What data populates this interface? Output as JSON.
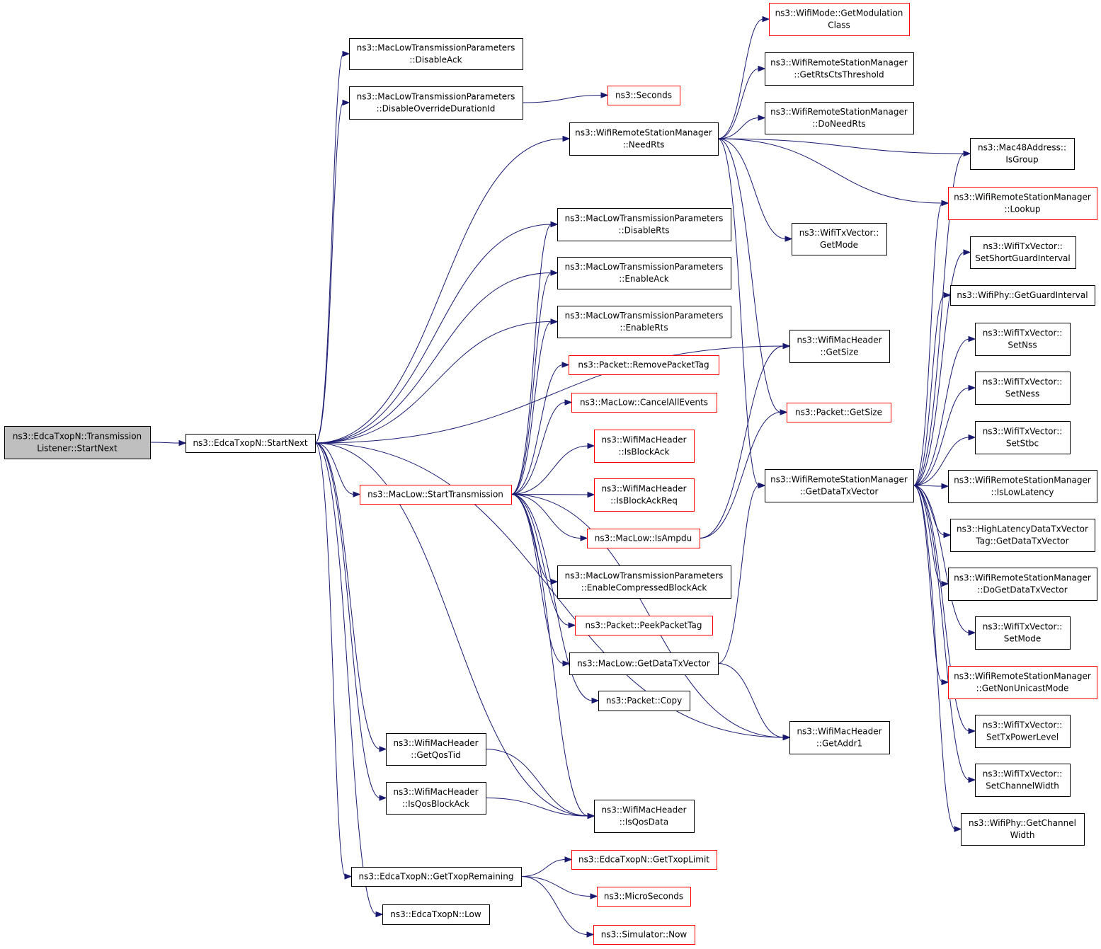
{
  "colors": {
    "edge": "#191970",
    "node_border": "#000000",
    "node_border_truncated": "#ff0000",
    "node_fill": "#ffffff",
    "root_fill": "#bfbfbf"
  },
  "nodes": [
    {
      "id": "root",
      "lines": [
        "ns3::EdcaTxopN::Transmission",
        "Listener::StartNext"
      ],
      "style": "root"
    },
    {
      "id": "startnext",
      "lines": [
        "ns3::EdcaTxopN::StartNext"
      ],
      "style": "normal"
    },
    {
      "id": "disableack",
      "lines": [
        "ns3::MacLowTransmissionParameters",
        "::DisableAck"
      ],
      "style": "normal"
    },
    {
      "id": "disableoverride",
      "lines": [
        "ns3::MacLowTransmissionParameters",
        "::DisableOverrideDurationId"
      ],
      "style": "normal"
    },
    {
      "id": "seconds",
      "lines": [
        "ns3::Seconds"
      ],
      "style": "truncated"
    },
    {
      "id": "needrts",
      "lines": [
        "ns3::WifiRemoteStationManager",
        "::NeedRts"
      ],
      "style": "normal"
    },
    {
      "id": "getmodclass",
      "lines": [
        "ns3::WifiMode::GetModulation",
        "Class"
      ],
      "style": "truncated"
    },
    {
      "id": "getrtscts",
      "lines": [
        "ns3::WifiRemoteStationManager",
        "::GetRtsCtsThreshold"
      ],
      "style": "normal"
    },
    {
      "id": "doneedrts",
      "lines": [
        "ns3::WifiRemoteStationManager",
        "::DoNeedRts"
      ],
      "style": "normal"
    },
    {
      "id": "isgroup",
      "lines": [
        "ns3::Mac48Address::",
        "IsGroup"
      ],
      "style": "normal"
    },
    {
      "id": "lookup",
      "lines": [
        "ns3::WifiRemoteStationManager",
        "::Lookup"
      ],
      "style": "truncated"
    },
    {
      "id": "getmode",
      "lines": [
        "ns3::WifiTxVector::",
        "GetMode"
      ],
      "style": "normal"
    },
    {
      "id": "disablerts",
      "lines": [
        "ns3::MacLowTransmissionParameters",
        "::DisableRts"
      ],
      "style": "normal"
    },
    {
      "id": "enableack",
      "lines": [
        "ns3::MacLowTransmissionParameters",
        "::EnableAck"
      ],
      "style": "normal"
    },
    {
      "id": "enablerts",
      "lines": [
        "ns3::MacLowTransmissionParameters",
        "::EnableRts"
      ],
      "style": "normal"
    },
    {
      "id": "removetag",
      "lines": [
        "ns3::Packet::RemovePacketTag"
      ],
      "style": "truncated"
    },
    {
      "id": "cancelall",
      "lines": [
        "ns3::MacLow::CancelAllEvents"
      ],
      "style": "truncated"
    },
    {
      "id": "isblockack",
      "lines": [
        "ns3::WifiMacHeader",
        "::IsBlockAck"
      ],
      "style": "truncated"
    },
    {
      "id": "startxmit",
      "lines": [
        "ns3::MacLow::StartTransmission"
      ],
      "style": "truncated"
    },
    {
      "id": "isblockackreq",
      "lines": [
        "ns3::WifiMacHeader",
        "::IsBlockAckReq"
      ],
      "style": "truncated"
    },
    {
      "id": "isampdu",
      "lines": [
        "ns3::MacLow::IsAmpdu"
      ],
      "style": "truncated"
    },
    {
      "id": "enablecba",
      "lines": [
        "ns3::MacLowTransmissionParameters",
        "::EnableCompressedBlockAck"
      ],
      "style": "normal"
    },
    {
      "id": "peektag",
      "lines": [
        "ns3::Packet::PeekPacketTag"
      ],
      "style": "truncated"
    },
    {
      "id": "ml_getdtv",
      "lines": [
        "ns3::MacLow::GetDataTxVector"
      ],
      "style": "normal"
    },
    {
      "id": "copy",
      "lines": [
        "ns3::Packet::Copy"
      ],
      "style": "normal"
    },
    {
      "id": "getqostid",
      "lines": [
        "ns3::WifiMacHeader",
        "::GetQosTid"
      ],
      "style": "normal"
    },
    {
      "id": "isqosblockack",
      "lines": [
        "ns3::WifiMacHeader",
        "::IsQosBlockAck"
      ],
      "style": "normal"
    },
    {
      "id": "isqosdata",
      "lines": [
        "ns3::WifiMacHeader",
        "::IsQosData"
      ],
      "style": "normal"
    },
    {
      "id": "gettxopremaining",
      "lines": [
        "ns3::EdcaTxopN::GetTxopRemaining"
      ],
      "style": "normal"
    },
    {
      "id": "low",
      "lines": [
        "ns3::EdcaTxopN::Low"
      ],
      "style": "normal"
    },
    {
      "id": "gettxoplimit",
      "lines": [
        "ns3::EdcaTxopN::GetTxopLimit"
      ],
      "style": "truncated"
    },
    {
      "id": "microseconds",
      "lines": [
        "ns3::MicroSeconds"
      ],
      "style": "truncated"
    },
    {
      "id": "now",
      "lines": [
        "ns3::Simulator::Now"
      ],
      "style": "truncated"
    },
    {
      "id": "hdr_getsize",
      "lines": [
        "ns3::WifiMacHeader",
        "::GetSize"
      ],
      "style": "normal"
    },
    {
      "id": "pkt_getsize",
      "lines": [
        "ns3::Packet::GetSize"
      ],
      "style": "truncated"
    },
    {
      "id": "wrsm_getdtv",
      "lines": [
        "ns3::WifiRemoteStationManager",
        "::GetDataTxVector"
      ],
      "style": "normal"
    },
    {
      "id": "getaddr1",
      "lines": [
        "ns3::WifiMacHeader",
        "::GetAddr1"
      ],
      "style": "normal"
    },
    {
      "id": "setsgi",
      "lines": [
        "ns3::WifiTxVector::",
        "SetShortGuardInterval"
      ],
      "style": "normal"
    },
    {
      "id": "getguard",
      "lines": [
        "ns3::WifiPhy::GetGuardInterval"
      ],
      "style": "normal"
    },
    {
      "id": "setnss",
      "lines": [
        "ns3::WifiTxVector::",
        "SetNss"
      ],
      "style": "normal"
    },
    {
      "id": "setness",
      "lines": [
        "ns3::WifiTxVector::",
        "SetNess"
      ],
      "style": "normal"
    },
    {
      "id": "setstbc",
      "lines": [
        "ns3::WifiTxVector::",
        "SetStbc"
      ],
      "style": "normal"
    },
    {
      "id": "islowlatency",
      "lines": [
        "ns3::WifiRemoteStationManager",
        "::IsLowLatency"
      ],
      "style": "normal"
    },
    {
      "id": "hldtvtag",
      "lines": [
        "ns3::HighLatencyDataTxVector",
        "Tag::GetDataTxVector"
      ],
      "style": "normal"
    },
    {
      "id": "dogetdtv",
      "lines": [
        "ns3::WifiRemoteStationManager",
        "::DoGetDataTxVector"
      ],
      "style": "normal"
    },
    {
      "id": "setmode",
      "lines": [
        "ns3::WifiTxVector::",
        "SetMode"
      ],
      "style": "normal"
    },
    {
      "id": "getnonunicast",
      "lines": [
        "ns3::WifiRemoteStationManager",
        "::GetNonUnicastMode"
      ],
      "style": "truncated"
    },
    {
      "id": "settxpower",
      "lines": [
        "ns3::WifiTxVector::",
        "SetTxPowerLevel"
      ],
      "style": "normal"
    },
    {
      "id": "setchwidth",
      "lines": [
        "ns3::WifiTxVector::",
        "SetChannelWidth"
      ],
      "style": "normal"
    },
    {
      "id": "getchwidth",
      "lines": [
        "ns3::WifiPhy::GetChannel",
        "Width"
      ],
      "style": "normal"
    }
  ],
  "edges": [
    [
      "root",
      "startnext"
    ],
    [
      "startnext",
      "disableack"
    ],
    [
      "startnext",
      "disableoverride"
    ],
    [
      "startnext",
      "needrts"
    ],
    [
      "startnext",
      "disablerts"
    ],
    [
      "startnext",
      "enableack"
    ],
    [
      "startnext",
      "enablerts"
    ],
    [
      "startnext",
      "startxmit"
    ],
    [
      "startnext",
      "hdr_getsize"
    ],
    [
      "startnext",
      "isqosdata"
    ],
    [
      "startnext",
      "getqostid"
    ],
    [
      "startnext",
      "isqosblockack"
    ],
    [
      "startnext",
      "gettxopremaining"
    ],
    [
      "startnext",
      "low"
    ],
    [
      "startnext",
      "getaddr1"
    ],
    [
      "disableoverride",
      "seconds"
    ],
    [
      "needrts",
      "getmodclass"
    ],
    [
      "needrts",
      "getrtscts"
    ],
    [
      "needrts",
      "doneedrts"
    ],
    [
      "needrts",
      "isgroup"
    ],
    [
      "needrts",
      "lookup"
    ],
    [
      "needrts",
      "getmode"
    ],
    [
      "needrts",
      "pkt_getsize"
    ],
    [
      "needrts",
      "wrsm_getdtv"
    ],
    [
      "startxmit",
      "disablerts"
    ],
    [
      "startxmit",
      "enableack"
    ],
    [
      "startxmit",
      "enablerts"
    ],
    [
      "startxmit",
      "removetag"
    ],
    [
      "startxmit",
      "cancelall"
    ],
    [
      "startxmit",
      "isblockack"
    ],
    [
      "startxmit",
      "isblockackreq"
    ],
    [
      "startxmit",
      "isampdu"
    ],
    [
      "startxmit",
      "enablecba"
    ],
    [
      "startxmit",
      "peektag"
    ],
    [
      "startxmit",
      "ml_getdtv"
    ],
    [
      "startxmit",
      "copy"
    ],
    [
      "startxmit",
      "isqosdata"
    ],
    [
      "startxmit",
      "getaddr1"
    ],
    [
      "isampdu",
      "hdr_getsize"
    ],
    [
      "isampdu",
      "pkt_getsize"
    ],
    [
      "ml_getdtv",
      "wrsm_getdtv"
    ],
    [
      "ml_getdtv",
      "getaddr1"
    ],
    [
      "getqostid",
      "isqosdata"
    ],
    [
      "isqosblockack",
      "isqosdata"
    ],
    [
      "gettxopremaining",
      "gettxoplimit"
    ],
    [
      "gettxopremaining",
      "microseconds"
    ],
    [
      "gettxopremaining",
      "now"
    ],
    [
      "wrsm_getdtv",
      "isgroup"
    ],
    [
      "wrsm_getdtv",
      "lookup"
    ],
    [
      "wrsm_getdtv",
      "setsgi"
    ],
    [
      "wrsm_getdtv",
      "getguard"
    ],
    [
      "wrsm_getdtv",
      "setnss"
    ],
    [
      "wrsm_getdtv",
      "setness"
    ],
    [
      "wrsm_getdtv",
      "setstbc"
    ],
    [
      "wrsm_getdtv",
      "islowlatency"
    ],
    [
      "wrsm_getdtv",
      "hldtvtag"
    ],
    [
      "wrsm_getdtv",
      "dogetdtv"
    ],
    [
      "wrsm_getdtv",
      "setmode"
    ],
    [
      "wrsm_getdtv",
      "getnonunicast"
    ],
    [
      "wrsm_getdtv",
      "settxpower"
    ],
    [
      "wrsm_getdtv",
      "setchwidth"
    ],
    [
      "wrsm_getdtv",
      "getchwidth"
    ]
  ]
}
